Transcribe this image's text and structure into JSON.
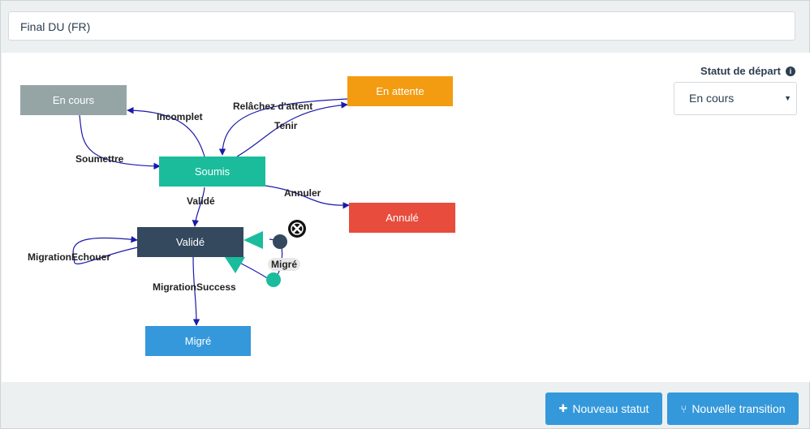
{
  "workflow": {
    "title": "Final DU (FR)"
  },
  "start_status": {
    "label": "Statut de départ",
    "selected": "En cours"
  },
  "nodes": {
    "en_cours": "En cours",
    "en_attente": "En attente",
    "soumis": "Soumis",
    "annule": "Annulé",
    "valide": "Validé",
    "migre": "Migré"
  },
  "edges": {
    "incomplet": "Incomplet",
    "relachez": "Relâchez d'attent",
    "tenir": "Tenir",
    "soumettre": "Soumettre",
    "annuler": "Annuler",
    "valide": "Validé",
    "migration_echouer": "MigrationEchouer",
    "migration_success": "MigrationSuccess",
    "migre_tag": "Migré"
  },
  "buttons": {
    "new_status": "Nouveau statut",
    "new_transition": "Nouvelle transition"
  },
  "colors": {
    "en_cours": "#95a5a6",
    "en_attente": "#f39c12",
    "soumis": "#1abc9c",
    "annule": "#e74c3c",
    "valide": "#34495e",
    "migre": "#3498db",
    "edge": "#1a1aa8"
  }
}
